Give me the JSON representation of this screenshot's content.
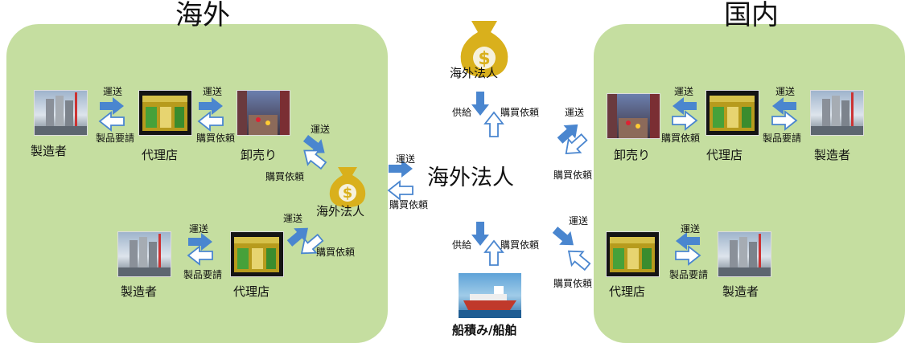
{
  "regions": {
    "overseas": {
      "title": "海外"
    },
    "domestic": {
      "title": "国内"
    }
  },
  "labels": {
    "transport": "運送",
    "purchase_request": "購買依頼",
    "product_request": "製品要請",
    "supply": "供給"
  },
  "nodes": {
    "manufacturer": "製造者",
    "agency": "代理店",
    "wholesale": "卸売り",
    "overseas_corp": "海外法人",
    "shipping": "船積み/船舶"
  },
  "colors": {
    "panel": "#c5dea0",
    "arrow": "#4a86cf",
    "coin": "#d9b01c"
  },
  "icons": [
    "factory-icon",
    "storefront-icon",
    "street-market-icon",
    "money-bag-icon",
    "cargo-ship-icon"
  ]
}
